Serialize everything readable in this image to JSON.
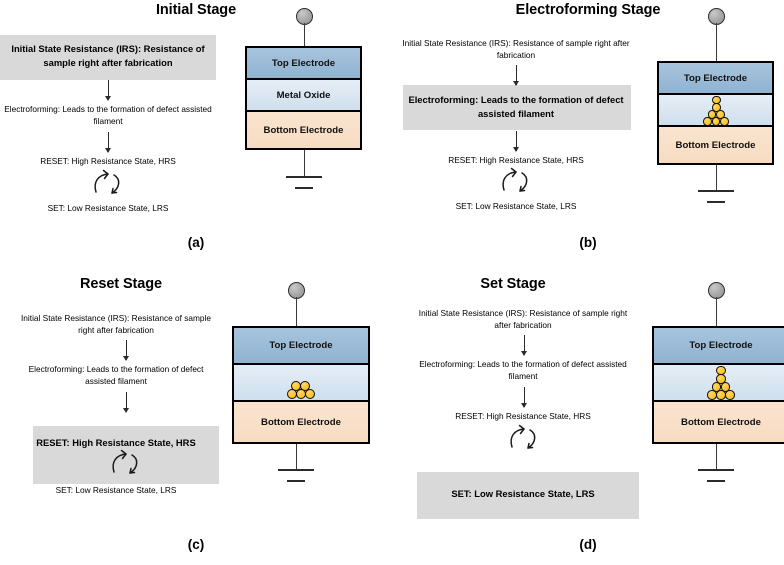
{
  "figure": {
    "panels": [
      {
        "id": "a",
        "title": "Initial Stage",
        "caption": "(a)",
        "highlight_index": 0,
        "steps": [
          "Initial State Resistance (IRS): Resistance of sample right after fabrication",
          "Electroforming: Leads to the formation of defect assisted filament",
          "RESET: High Resistance State, HRS",
          "SET: Low Resistance State, LRS"
        ],
        "device": {
          "top_electrode": "Top Electrode",
          "middle_layer": "Metal Oxide",
          "bottom_electrode": "Bottom Electrode",
          "filament": "none"
        }
      },
      {
        "id": "b",
        "title": "Electroforming Stage",
        "caption": "(b)",
        "highlight_index": 1,
        "steps": [
          "Initial State Resistance (IRS): Resistance of sample right after fabrication",
          "Electroforming: Leads to the formation of defect assisted filament",
          "RESET: High Resistance State, HRS",
          "SET: Low Resistance State, LRS"
        ],
        "device": {
          "top_electrode": "Top Electrode",
          "middle_layer": "",
          "bottom_electrode": "Bottom Electrode",
          "filament": "full-cone"
        }
      },
      {
        "id": "c",
        "title": "Reset Stage",
        "caption": "(c)",
        "highlight_index": 2,
        "steps": [
          "Initial State Resistance (IRS): Resistance of sample right after fabrication",
          "Electroforming: Leads to the formation of defect assisted filament",
          "RESET: High Resistance State, HRS",
          "SET: Low Resistance State, LRS"
        ],
        "device": {
          "top_electrode": "Top Electrode",
          "middle_layer": "",
          "bottom_electrode": "Bottom Electrode",
          "filament": "ruptured-cluster"
        }
      },
      {
        "id": "d",
        "title": "Set Stage",
        "caption": "(d)",
        "highlight_index": 3,
        "steps": [
          "Initial State Resistance (IRS): Resistance of sample right after fabrication",
          "Electroforming: Leads to the formation of defect assisted filament",
          "RESET: High Resistance State, HRS",
          "SET: Low Resistance State, LRS"
        ],
        "device": {
          "top_electrode": "Top Electrode",
          "middle_layer": "",
          "bottom_electrode": "Bottom Electrode",
          "filament": "full-cone"
        }
      }
    ],
    "colors": {
      "top_electrode": "#8fb3d1",
      "metal_oxide": "#cfdfee",
      "bottom_electrode": "#f7dcc2",
      "highlight_box": "#d9d9d9",
      "filament_dot": "#fcc62e",
      "outline": "#000000"
    }
  }
}
